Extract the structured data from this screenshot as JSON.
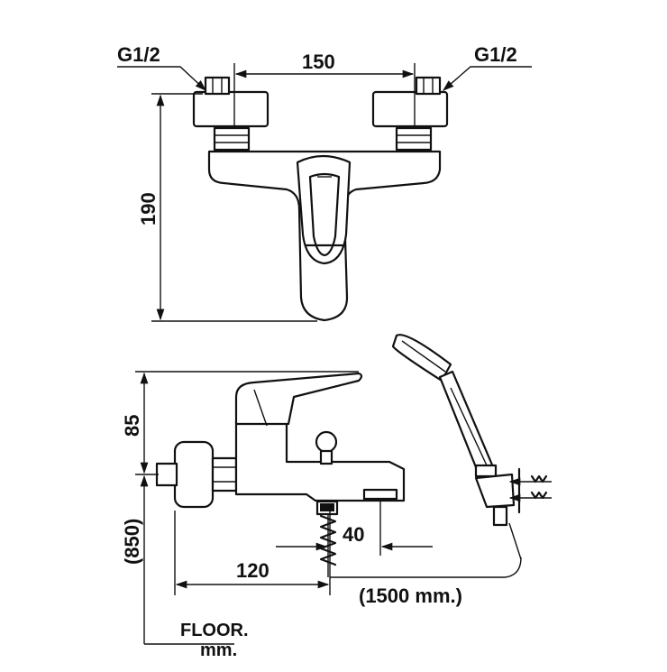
{
  "labels": {
    "inlet_left": "G1/2",
    "inlet_right": "G1/2",
    "width_top": "150",
    "height_top": "190",
    "spout_height": "85",
    "floor_height": "(850)",
    "wall_to_spout": "120",
    "outlet_size": "40",
    "hose_length": "(1500 mm.)",
    "floor": "FLOOR.",
    "unit": "mm."
  },
  "colors": {
    "line": "#111111",
    "background": "#ffffff"
  }
}
